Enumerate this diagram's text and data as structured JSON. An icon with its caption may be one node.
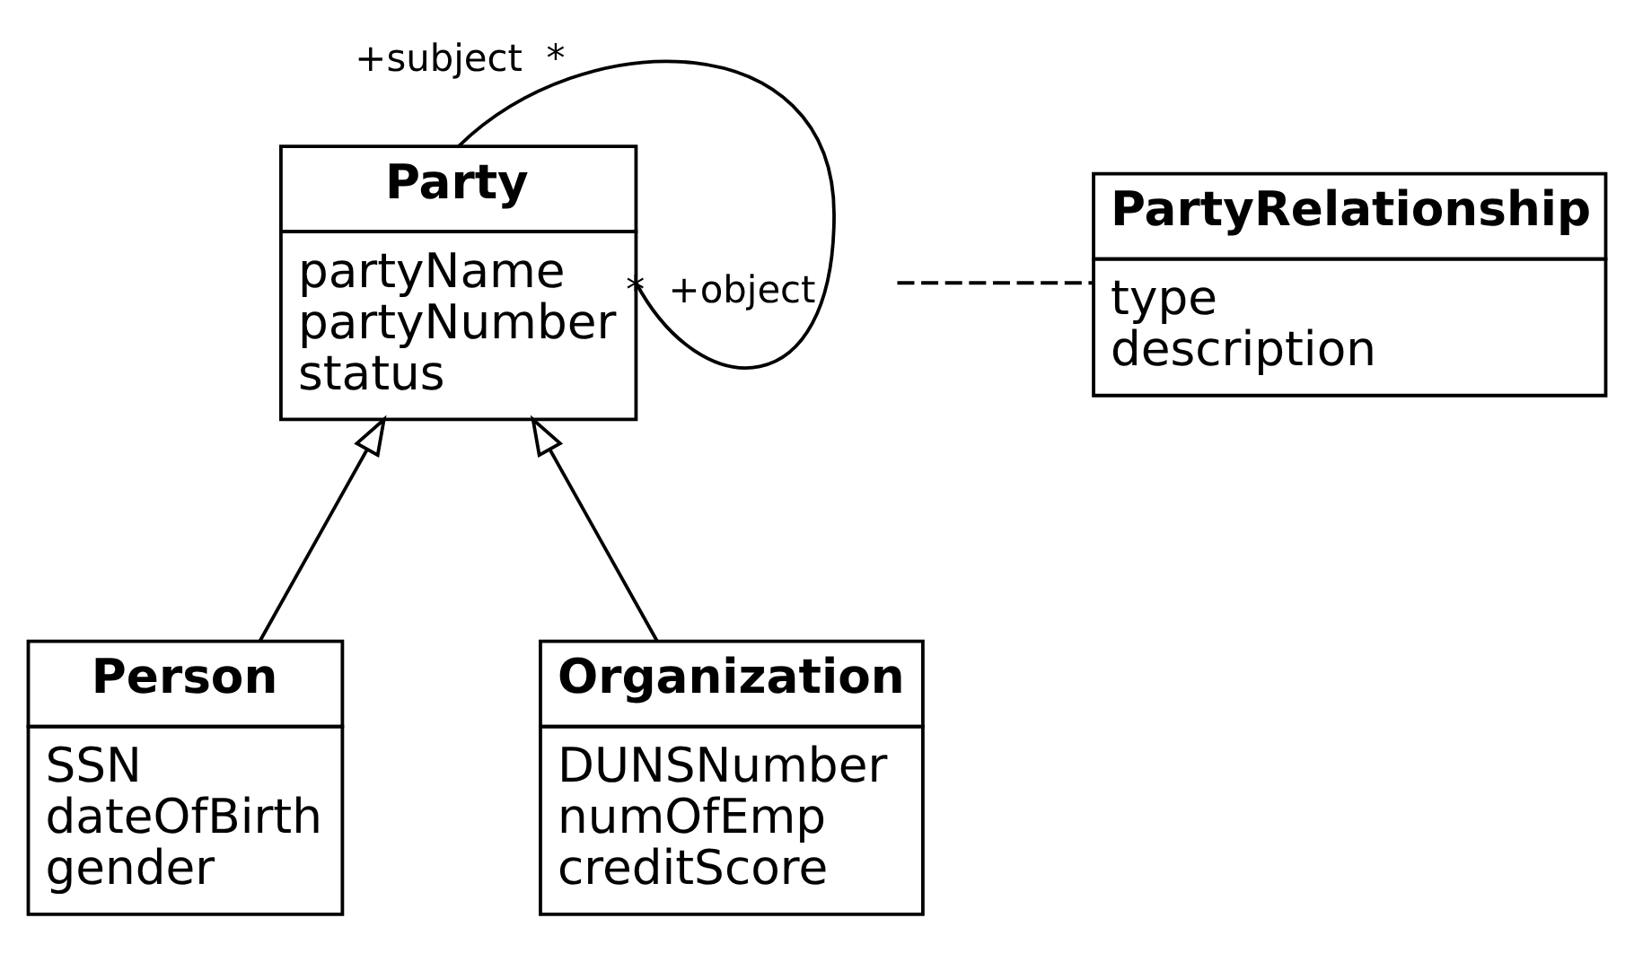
{
  "diagram": {
    "nodes": [
      {
        "text": [
          "Party",
          "partyName partyNumber status"
        ]
      },
      {
        "text": [
          "PartyRelationship",
          "type description"
        ]
      },
      {
        "text": [
          "Person",
          "SSN dateOfBirth gender"
        ]
      },
      {
        "text": [
          "Organization",
          "DUNSNumber numOfEmp creditScore"
        ]
      }
    ],
    "edges": [
      {
        "from": 0,
        "to": 0,
        "arrow": "none"
      },
      {
        "from": null,
        "to": 1,
        "arrow": "none",
        "style": "dashed"
      },
      {
        "from": 2,
        "to": 0,
        "arrow": "to"
      },
      {
        "from": 3,
        "to": 0,
        "arrow": "to"
      }
    ],
    "labels": [
      "+subject",
      "*",
      "*",
      "+object"
    ]
  }
}
